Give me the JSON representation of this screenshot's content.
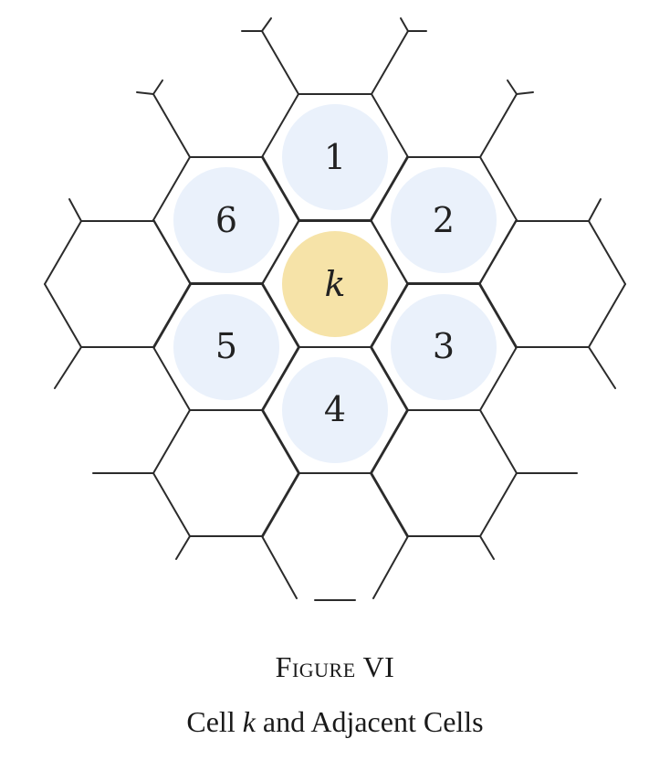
{
  "diagram": {
    "center_label": "k",
    "adjacent_labels": [
      "1",
      "2",
      "3",
      "4",
      "5",
      "6"
    ],
    "colors": {
      "center_fill": "#f6e3a8",
      "adjacent_fill": "#eaf1fb",
      "edge": "#2b2b2b"
    }
  },
  "caption": {
    "title": "Figure VI",
    "subtitle_before": "Cell ",
    "subtitle_var": "k",
    "subtitle_after": " and Adjacent Cells"
  }
}
